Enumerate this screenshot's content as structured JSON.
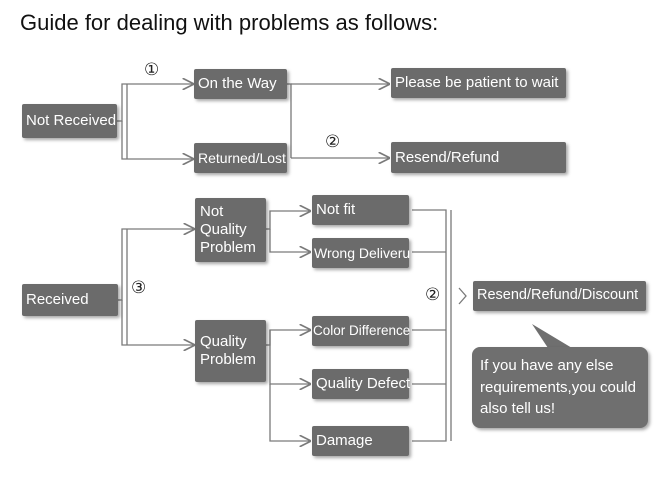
{
  "title": "Guide for dealing with problems as follows:",
  "nodes": {
    "not_received": "Not Received",
    "on_the_way": "On the Way",
    "returned_lost": "Returned/Lost",
    "patient_wait": "Please be patient to wait",
    "resend_refund": "Resend/Refund",
    "received": "Received",
    "not_quality_problem": "Not Quality Problem",
    "quality_problem": "Quality Problem",
    "not_fit": "Not fit",
    "wrong_delivery": "Wrong Deliveru",
    "color_difference": "Color Difference",
    "quality_defect": "Quality Defect",
    "damage": "Damage",
    "resend_refund_discount": "Resend/Refund/Discount",
    "callout": "If you have any else requirements,you could also tell us!"
  },
  "step_labels": {
    "one": "①",
    "two_a": "②",
    "three": "③",
    "two_b": "②"
  },
  "colors": {
    "box": "#6b6b6b",
    "line": "#7a7a7a",
    "text": "#ffffff"
  }
}
